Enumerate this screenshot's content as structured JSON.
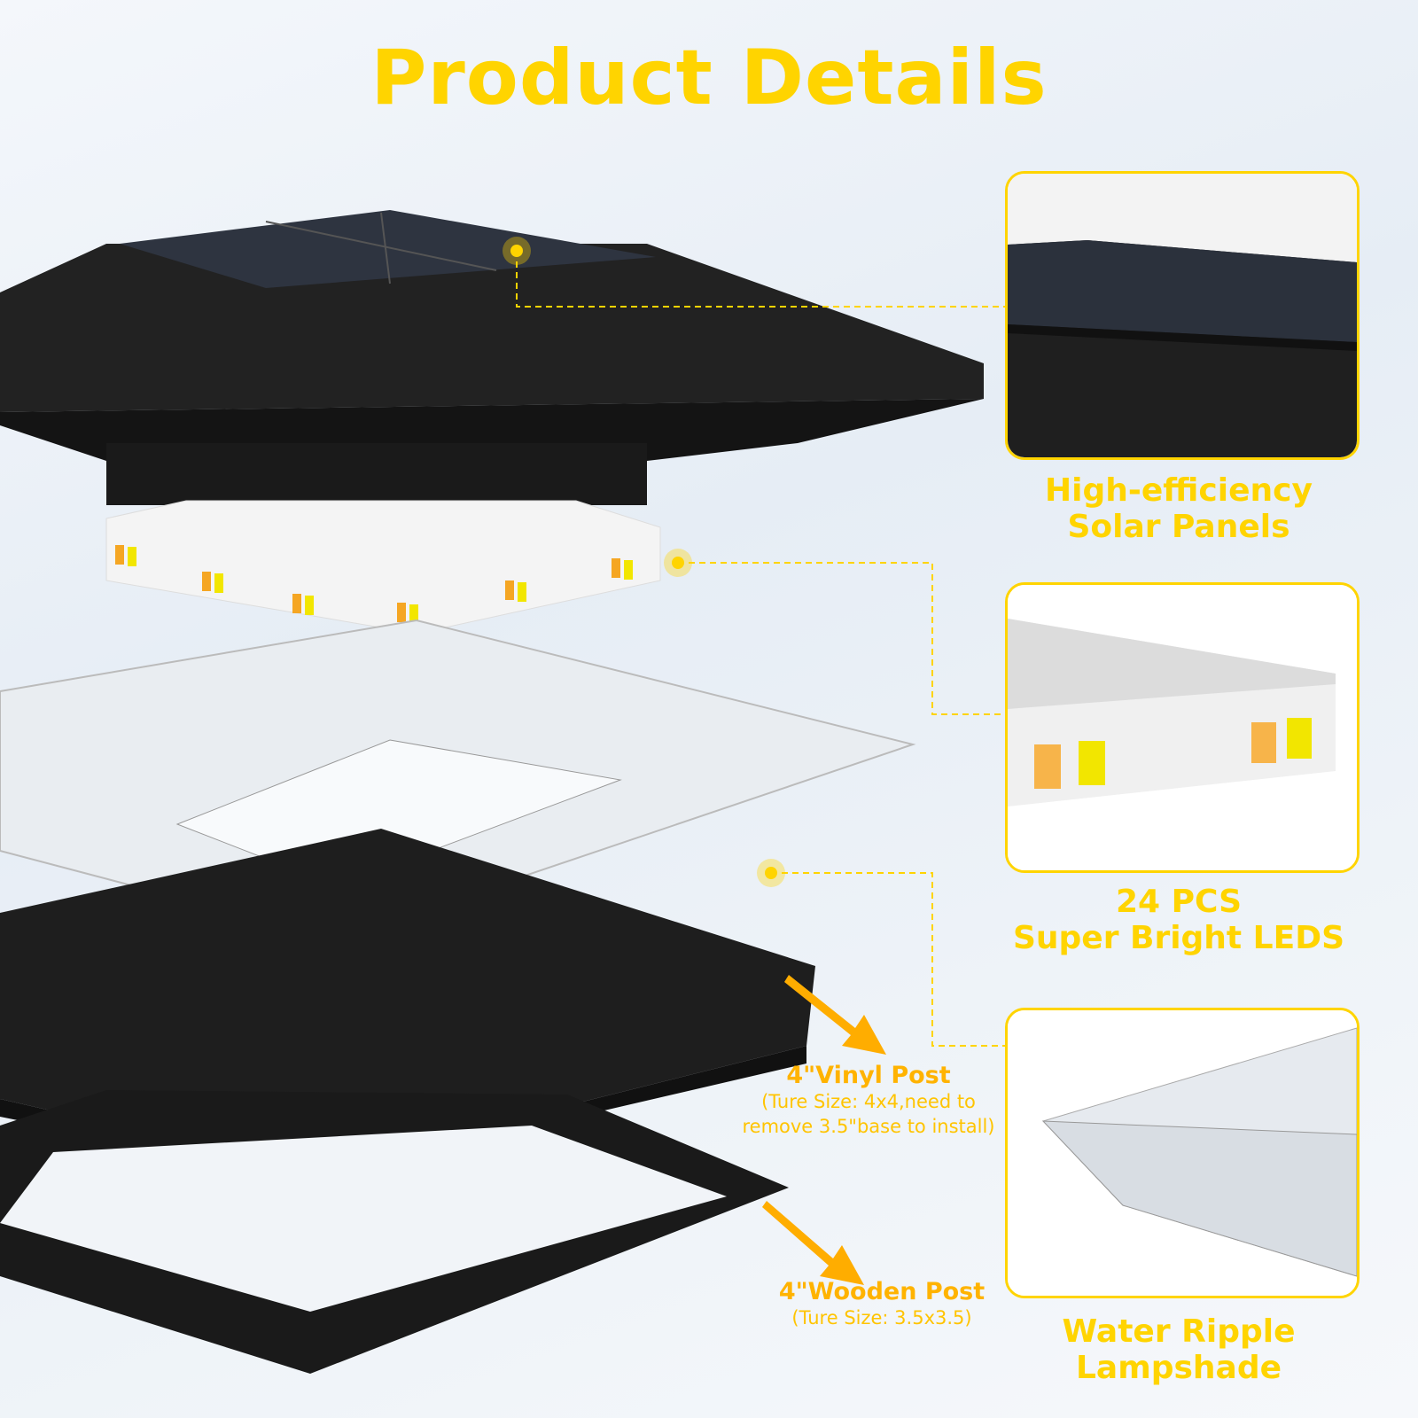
{
  "title": "Product Details",
  "features": [
    {
      "caption_line1": "High-efficiency",
      "caption_line2": "Solar Panels"
    },
    {
      "caption_line1": "24 PCS",
      "caption_line2": "Super Bright LEDS"
    },
    {
      "caption_line1": "Water Ripple",
      "caption_line2": "Lampshade"
    }
  ],
  "mounts": [
    {
      "heading": "4\"Vinyl Post",
      "note_line1": "(Ture Size: 4x4,need to",
      "note_line2": "remove 3.5\"base to install)"
    },
    {
      "heading": "4\"Wooden Post",
      "note_line1": "(Ture Size: 3.5x3.5)"
    }
  ],
  "colors": {
    "accent": "#ffd400",
    "arrow": "#ffad00",
    "product": "#1c1c1c"
  }
}
